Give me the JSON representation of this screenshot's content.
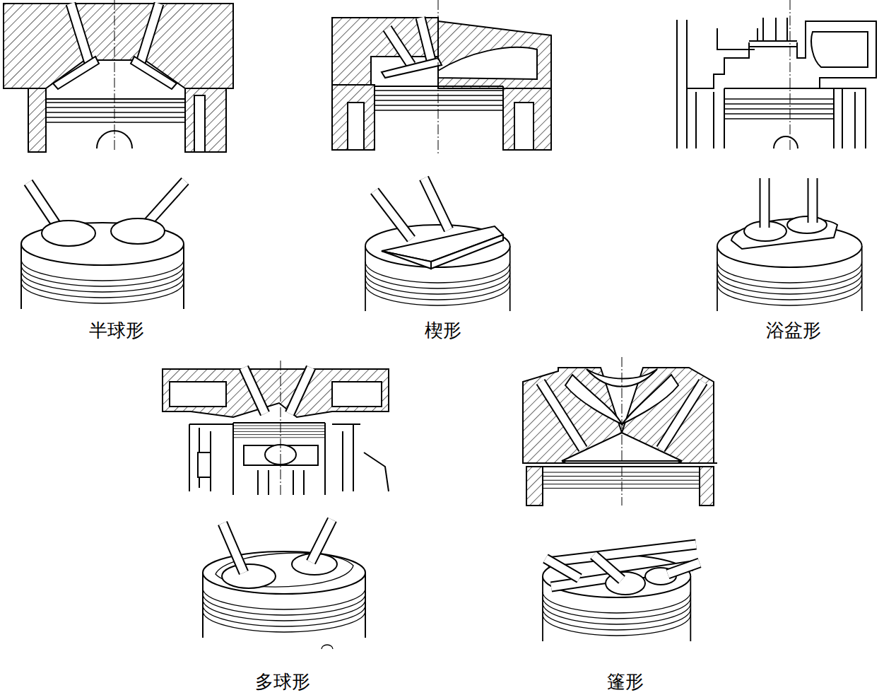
{
  "diagram": {
    "labels": [
      "半球形",
      "楔形",
      "浴盆形",
      "多球形",
      "篷形"
    ]
  }
}
